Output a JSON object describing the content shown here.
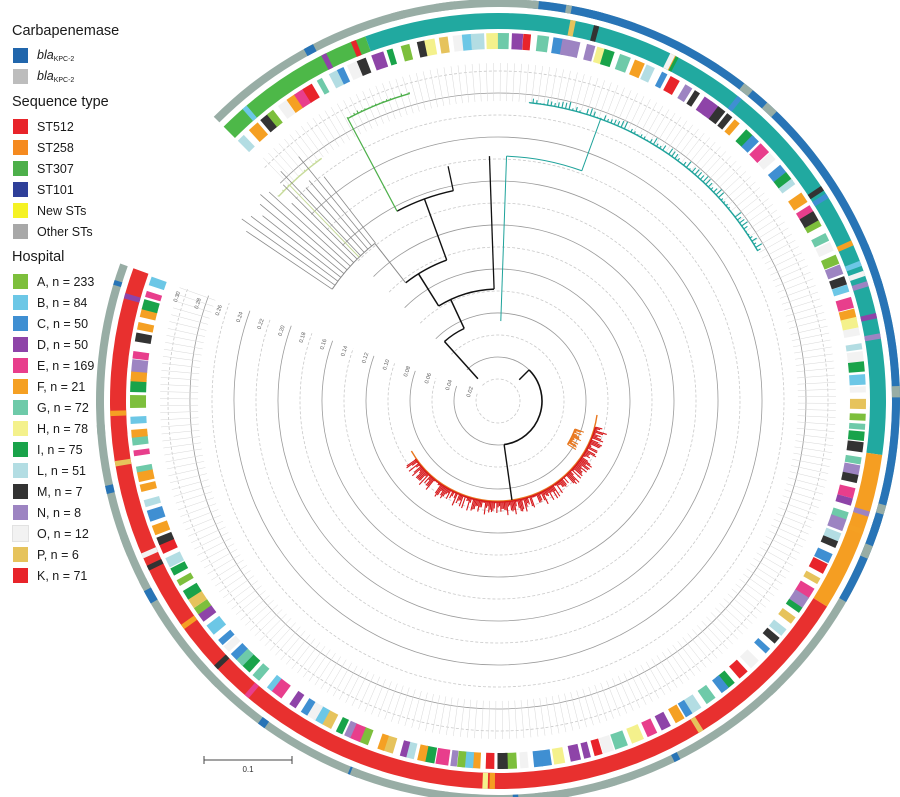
{
  "legend": {
    "carbapenemase": {
      "title": "Carbapenemase",
      "items": [
        {
          "label_prefix": "bla",
          "label_sub": "KPC-2",
          "color": "#2166ac"
        },
        {
          "label_prefix": "bla",
          "label_sub": "KPC-2",
          "color": "#bdbdbd"
        }
      ]
    },
    "sequence_type": {
      "title": "Sequence type",
      "items": [
        {
          "label": "ST512",
          "color": "#e8242a"
        },
        {
          "label": "ST258",
          "color": "#f58a1f"
        },
        {
          "label": "ST307",
          "color": "#4daf4a"
        },
        {
          "label": "ST101",
          "color": "#2e3f99"
        },
        {
          "label": "New STs",
          "color": "#f5f224"
        },
        {
          "label": "Other STs",
          "color": "#a8a8a8"
        }
      ]
    },
    "hospital": {
      "title": "Hospital",
      "items": [
        {
          "label": "A, n = 233",
          "color": "#7dbf3c"
        },
        {
          "label": "B, n = 84",
          "color": "#6cc7e6"
        },
        {
          "label": "C, n = 50",
          "color": "#3f8fd2"
        },
        {
          "label": "D, n = 50",
          "color": "#8e44a8"
        },
        {
          "label": "E, n = 169",
          "color": "#e83e8c"
        },
        {
          "label": "F, n = 21",
          "color": "#f5a023"
        },
        {
          "label": "G, n = 72",
          "color": "#6ecaa9"
        },
        {
          "label": "H, n = 78",
          "color": "#f4f18c"
        },
        {
          "label": "I, n = 75",
          "color": "#19a34a"
        },
        {
          "label": "L, n = 51",
          "color": "#b3dde3"
        },
        {
          "label": "M, n = 7",
          "color": "#333333"
        },
        {
          "label": "N, n = 8",
          "color": "#9d84c2"
        },
        {
          "label": "O, n = 12",
          "color": "#f2f2f2"
        },
        {
          "label": "P, n = 6",
          "color": "#e6c35c"
        },
        {
          "label": "K, n = 71",
          "color": "#e8242a"
        }
      ]
    }
  },
  "scale_bar": {
    "label": "0.1"
  },
  "radial_axis": {
    "tick_labels": [
      "0.02",
      "0.04",
      "0.06",
      "0.08",
      "0.10",
      "0.12",
      "0.14",
      "0.16",
      "0.18",
      "0.20",
      "0.22",
      "0.24",
      "0.26",
      "0.28",
      "0.30"
    ]
  },
  "rings": {
    "carbapenemase_ring": {
      "dominant": "#98ada5",
      "accent": "#2874b6"
    },
    "st_ring_colors": {
      "ST512": "#e8302f",
      "ST258": "#f59e22",
      "ST307": "#21a9a0",
      "ST_green": "#4db848",
      "other": "#a8a8a8"
    },
    "clade_colors": {
      "ST512": "#d7191c",
      "ST258": "#e8771e",
      "ST307": "#1fa39b",
      "clade_green": "#4daf4a",
      "clade_light": "#c7db9a",
      "backbone": "#111111",
      "gray": "#8a8a8a"
    }
  }
}
